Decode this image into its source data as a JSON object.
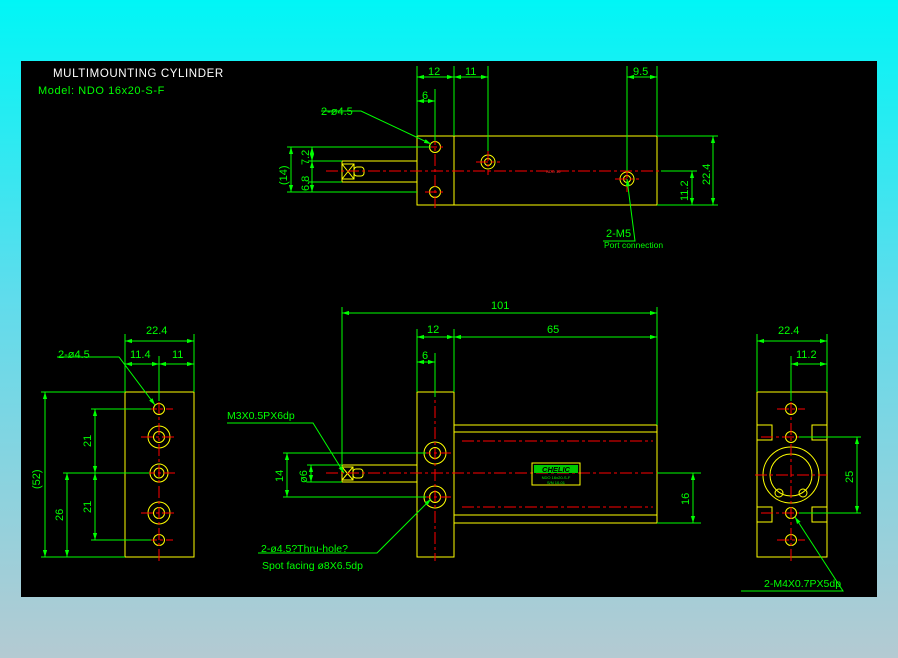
{
  "header": {
    "title": "MULTIMOUNTING CYLINDER",
    "model": "Model: NDO 16x20-S-F"
  },
  "colors": {
    "background": "#000000",
    "outline": "#ffff00",
    "dimension": "#00ff00",
    "centerline": "#ff0000",
    "heading": "#ffffff",
    "page_gradient_top": "#00f6f6",
    "page_gradient_bottom": "#b4cad2"
  },
  "top_view": {
    "dims": {
      "d12": "12",
      "d11": "11",
      "d95": "9.5",
      "d6": "6",
      "d14": "(14)",
      "d72": "7.2",
      "d68": "6.8",
      "d224": "22.4",
      "d112": "11.2"
    },
    "callouts": {
      "holes": "2-ø4.5",
      "port": "2-M5",
      "port_note": "Port connection",
      "body_mark": "NDO 16"
    }
  },
  "left_view": {
    "dims": {
      "d224": "22.4",
      "d114": "11.4",
      "d11": "11",
      "d52": "(52)",
      "d26": "26",
      "d21a": "21",
      "d21b": "21"
    },
    "callouts": {
      "holes": "2-ø4.5"
    }
  },
  "front_view": {
    "dims": {
      "d101": "101",
      "d12": "12",
      "d65": "65",
      "d6": "6",
      "d14": "14",
      "dphi6": "ø6",
      "d16": "16"
    },
    "callouts": {
      "rod_thread": "M3X0.5PX6dp",
      "thru_hole": "2-ø4.5?Thru-hole?",
      "spot_facing": "Spot facing ø8X6.5dp"
    },
    "logo": {
      "brand": "CHELIC",
      "line1": "NDO 16x20-S-F",
      "line2": "S/N 10-01"
    }
  },
  "right_view": {
    "dims": {
      "d224": "22.4",
      "d112": "11.2",
      "d25": "25"
    },
    "callouts": {
      "mount": "2-M4X0.7PX5dp"
    }
  }
}
